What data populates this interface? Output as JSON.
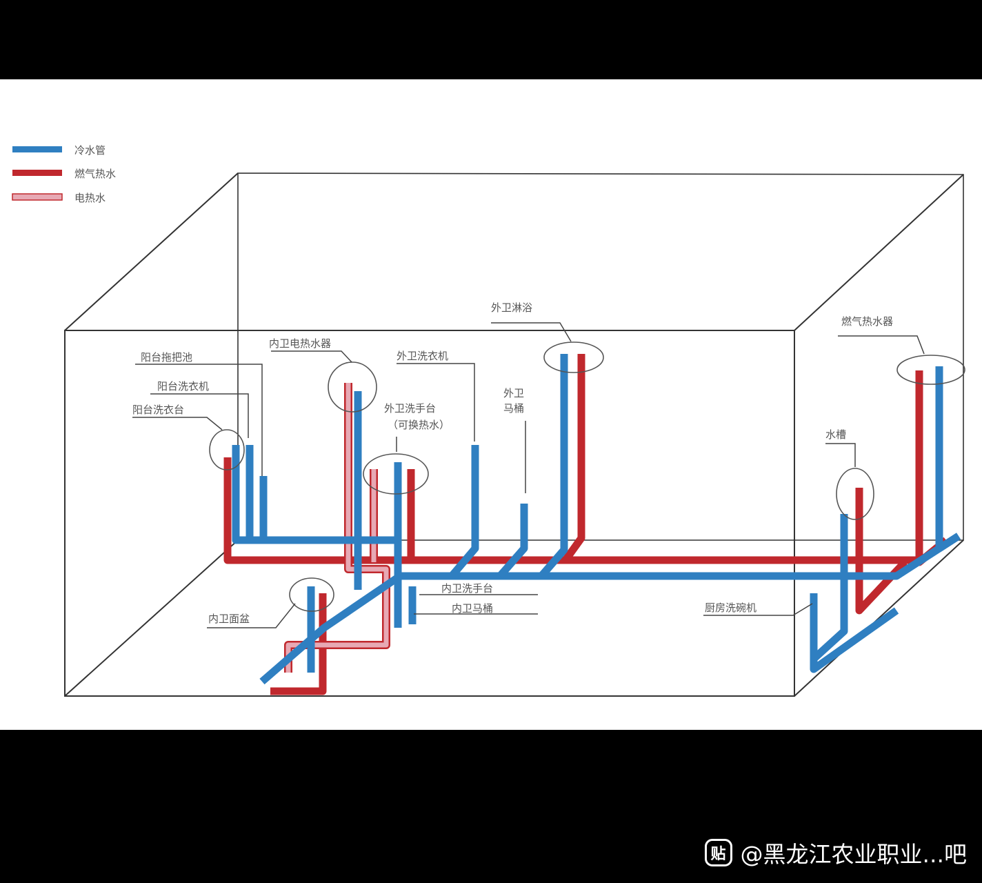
{
  "legend": [
    {
      "label": "冷水管",
      "color": "#2f7fc1"
    },
    {
      "label": "燃气热水",
      "color": "#c0282d"
    },
    {
      "label": "电热水",
      "color": "#e7a9b4"
    }
  ],
  "labels": {
    "balcony_mop": "阳台拖把池",
    "balcony_washer": "阳台洗衣机",
    "balcony_basin": "阳台洗衣台",
    "inner_electric_heater": "内卫电热水器",
    "outer_washer": "外卫洗衣机",
    "outer_basin_line1": "外卫洗手台",
    "outer_basin_line2": "（可换热水）",
    "outer_toilet_line1": "外卫",
    "outer_toilet_line2": "马桶",
    "outer_shower": "外卫淋浴",
    "gas_heater": "燃气热水器",
    "sink": "水槽",
    "kitchen_dishwasher": "厨房洗碗机",
    "inner_basin": "内卫洗手台",
    "inner_toilet": "内卫马桶",
    "inner_shower": "内卫面盆"
  },
  "watermark": {
    "logo": "贴",
    "text": "@黑龙江农业职业...吧"
  }
}
